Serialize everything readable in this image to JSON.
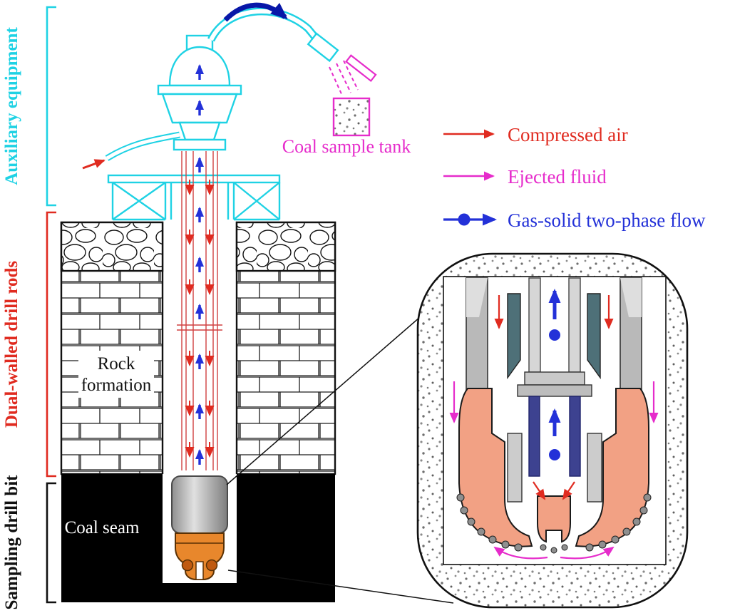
{
  "figure": {
    "side_labels": [
      {
        "id": "auxiliary-equipment",
        "label": "Auxiliary equipment",
        "color": "#1fd2e4"
      },
      {
        "id": "dual-walled-drill-rods",
        "label": "Dual-walled drill rods",
        "color": "#e02b20"
      },
      {
        "id": "sampling-drill-bit",
        "label": "Sampling drill bit",
        "color": "#111111"
      }
    ],
    "annotations": {
      "coal_sample_tank": "Coal sample tank",
      "rock_formation_line1": "Rock",
      "rock_formation_line2": "formation",
      "coal_seam": "Coal seam"
    },
    "legend": {
      "items": [
        {
          "label": "Compressed air",
          "color": "#e02b20",
          "symbol": "arrow"
        },
        {
          "label": "Ejected fluid",
          "color": "#e62ccb",
          "symbol": "arrow"
        },
        {
          "label": "Gas-solid two-phase flow",
          "color": "#2331d8",
          "symbol": "dot-arrow"
        }
      ]
    },
    "colors": {
      "auxiliary_cyan": "#1fd2e4",
      "compressed_air_red": "#e02b20",
      "ejected_fluid_magenta": "#e62ccb",
      "two_phase_blue": "#2331d8",
      "hose_arrow_navy": "#0817a8",
      "bit_orange": "#e8872c",
      "bit_salmon": "#f2a184"
    }
  }
}
